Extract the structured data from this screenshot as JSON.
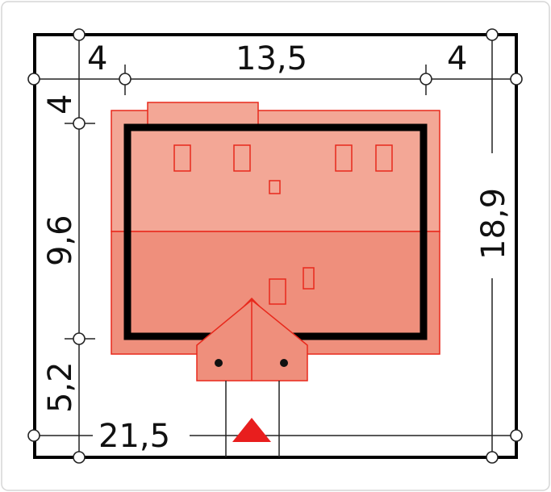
{
  "dimensions": {
    "top_left": "4",
    "top_center": "13,5",
    "top_right": "4",
    "left_top": "4",
    "left_middle": "9,6",
    "left_bottom": "5,2",
    "right_total": "18,9",
    "bottom_total": "21,5"
  },
  "colors": {
    "roof_light": "#f3a796",
    "roof_dark": "#ef8f7c",
    "roof_outline": "#e8291c",
    "building_outline": "#000000",
    "plot_outline": "#000000",
    "entrance_marker": "#e81e1e"
  },
  "icons": {
    "entrance": "triangle-up-icon",
    "dimension_node": "circle-node-icon"
  }
}
